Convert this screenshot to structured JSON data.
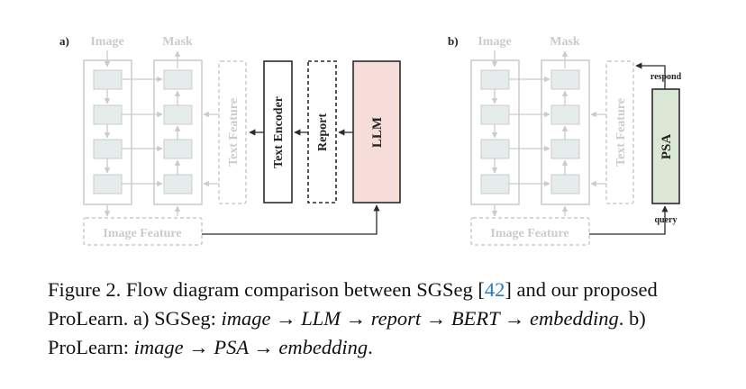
{
  "panel_a": {
    "label": "a)",
    "image_header": "Image",
    "mask_header": "Mask",
    "text_feature": "Text Feature",
    "text_encoder": "Text Encoder",
    "report": "Report",
    "llm": "LLM",
    "image_feature": "Image Feature"
  },
  "panel_b": {
    "label": "b)",
    "image_header": "Image",
    "mask_header": "Mask",
    "text_feature": "Text Feature",
    "psa": "PSA",
    "respond": "respond",
    "query": "query",
    "image_feature": "Image Feature"
  },
  "caption": {
    "lead": "Figure 2. Flow diagram comparison between SGSeg [",
    "ref": "42",
    "mid1": "] and our proposed ProLearn. a) SGSeg: ",
    "flow_a": "image → LLM → report → BERT → embedding",
    "mid2": ". b) ProLearn: ",
    "flow_b": "image → PSA → embedding",
    "end": "."
  },
  "colors": {
    "faded": "#c9cccb",
    "block_fill": "#e6eceb",
    "llm_fill": "#f6ddd9",
    "psa_fill": "#dce8d6",
    "ink": "#2b2b2b",
    "link": "#2a7ab8"
  }
}
